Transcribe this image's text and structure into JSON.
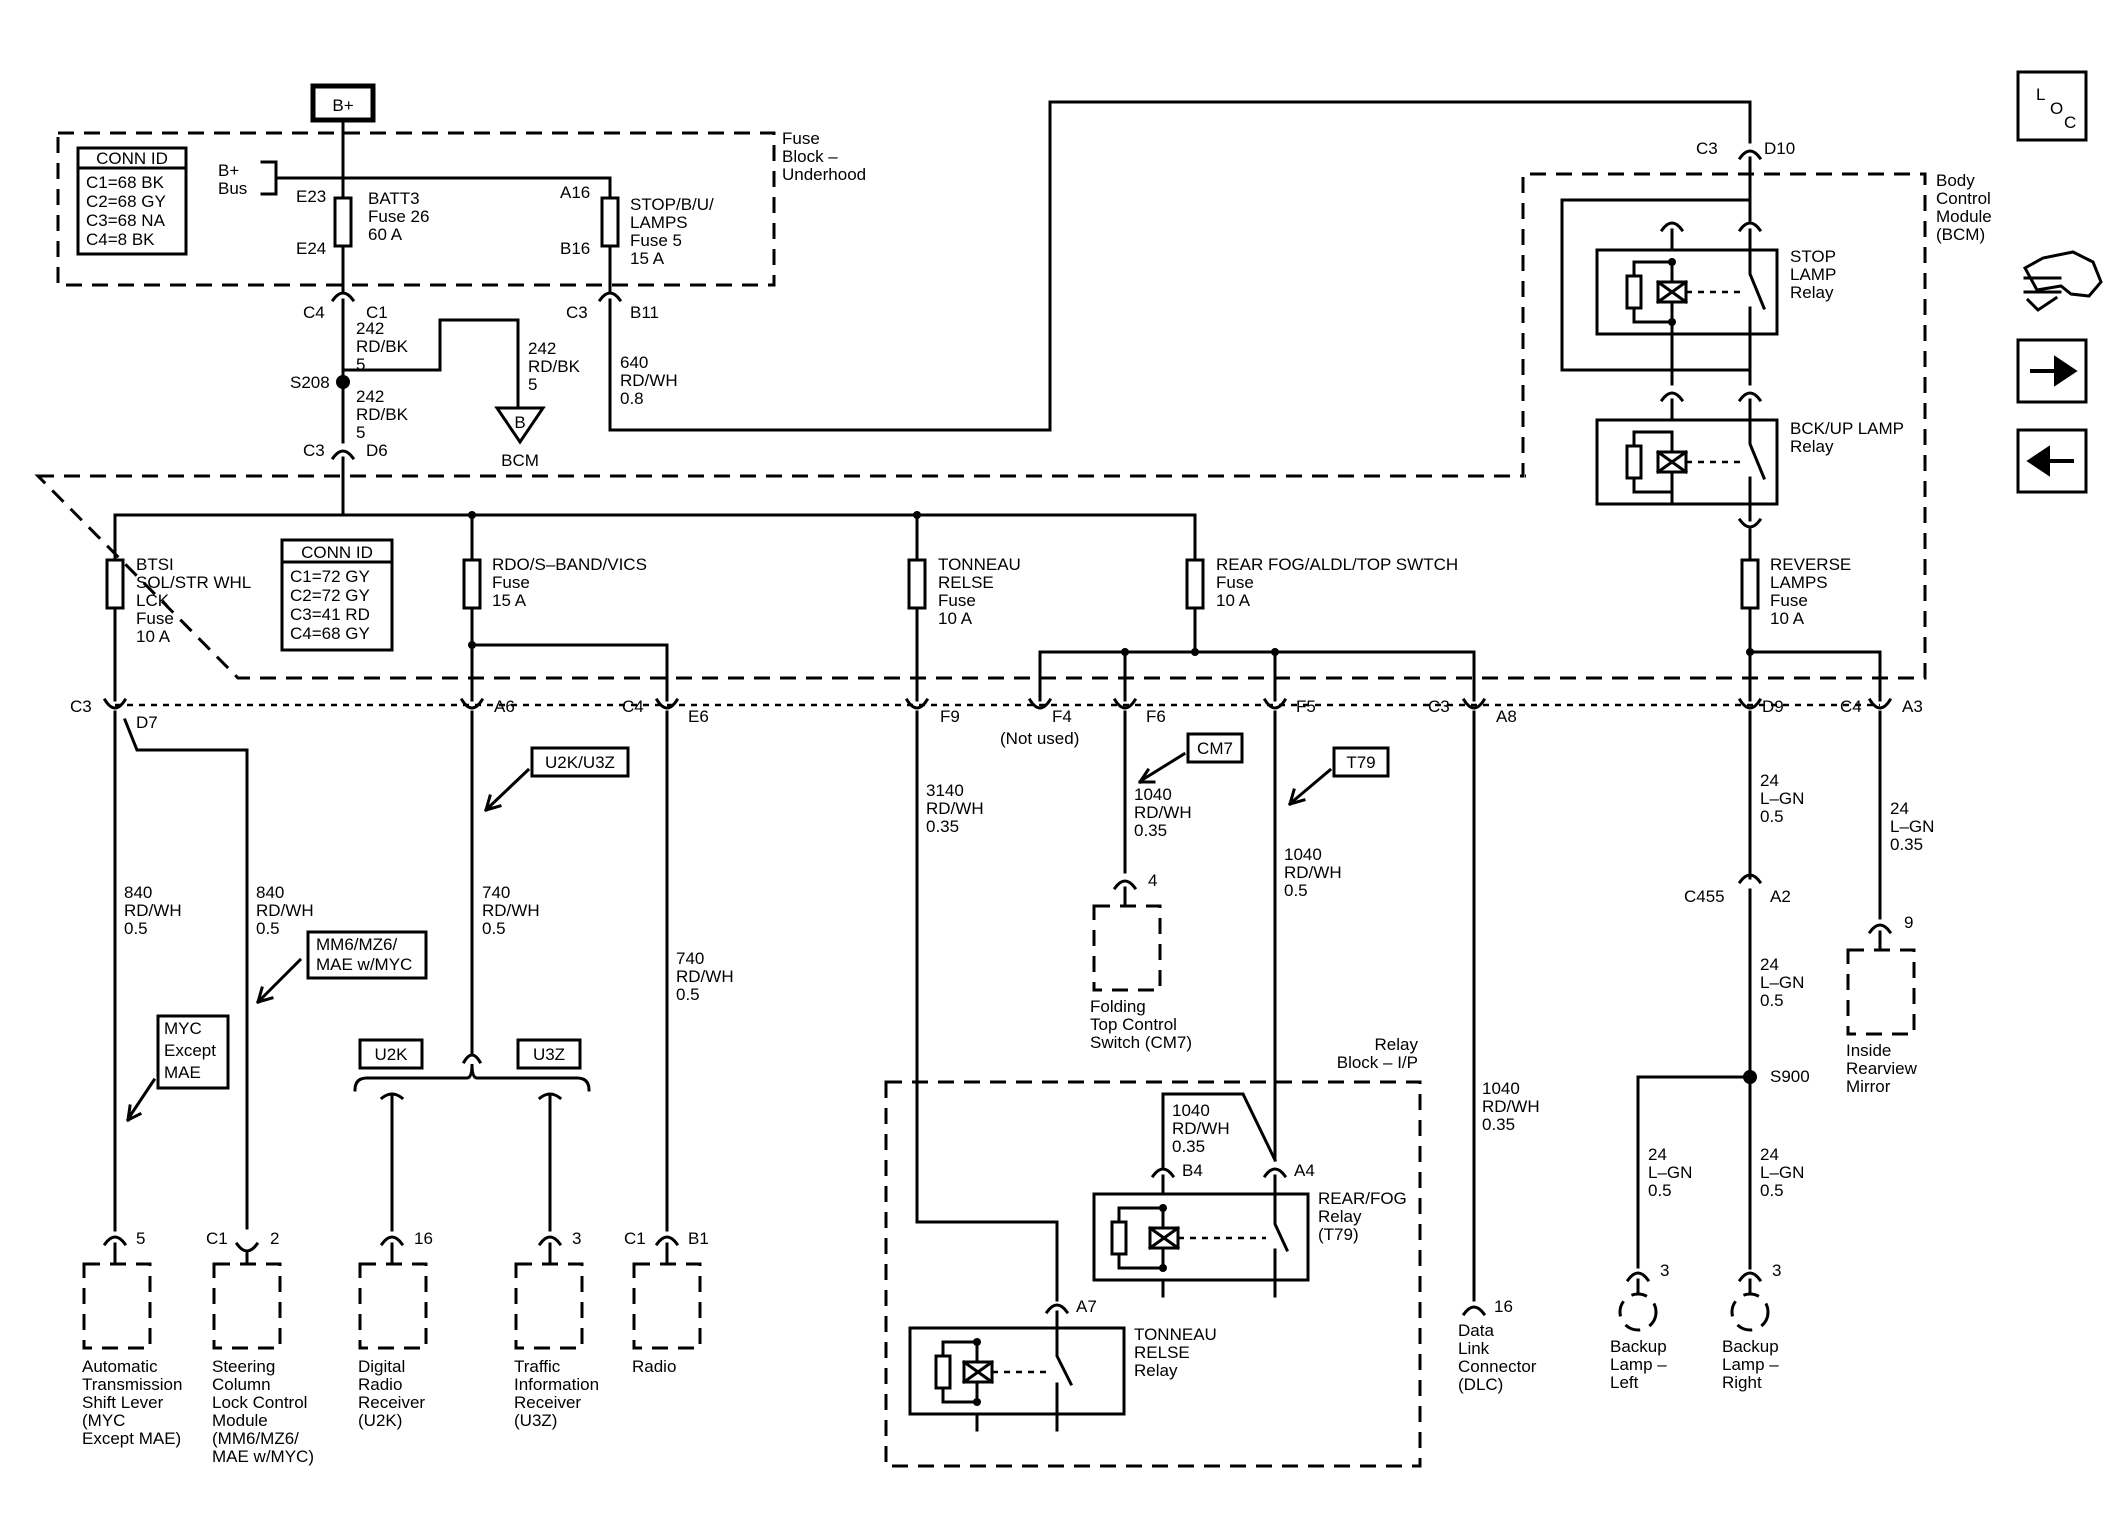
{
  "header": {
    "bplus": "B+",
    "loc_top": "L",
    "loc_o": "O",
    "loc_c": "C"
  },
  "fuse_block": {
    "title": [
      "Fuse",
      "Block –",
      "Underhood"
    ],
    "conn_title": "CONN ID",
    "conn": [
      "C1=68 BK",
      "C2=68 GY",
      "C3=68 NA",
      "C4=8 BK"
    ],
    "bus": [
      "B+",
      "Bus"
    ],
    "e23": "E23",
    "e24": "E24",
    "a16": "A16",
    "b16": "B16",
    "batt3": [
      "BATT3",
      "Fuse 26",
      "60 A"
    ],
    "stop": [
      "STOP/B/U/",
      "LAMPS",
      "Fuse 5",
      "15 A"
    ]
  },
  "upper": {
    "c4": "C4",
    "c1": "C1",
    "c3a": "C3",
    "b11": "B11",
    "w242a": [
      "242",
      "RD/BK",
      "5"
    ],
    "w242b": [
      "242",
      "RD/BK",
      "5"
    ],
    "w242c": [
      "242",
      "RD/BK",
      "5"
    ],
    "s208": "S208",
    "bcm_b": "B",
    "bcm_lbl": "BCM",
    "w640": [
      "640",
      "RD/WH",
      "0.8"
    ],
    "c3d6": "C3",
    "d6": "D6",
    "c3d10": "C3",
    "d10": "D10"
  },
  "bcm": {
    "title": [
      "Body",
      "Control",
      "Module",
      "(BCM)"
    ],
    "stop_relay": [
      "STOP",
      "LAMP",
      "Relay"
    ],
    "bckup_relay": [
      "BCK/UP LAMP",
      "Relay"
    ]
  },
  "ip_fuses": {
    "conn_title": "CONN ID",
    "conn": [
      "C1=72 GY",
      "C2=72 GY",
      "C3=41 RD",
      "C4=68 GY"
    ],
    "btsi": [
      "BTSI",
      "SOL/STR WHL",
      "LCK",
      "Fuse",
      "10 A"
    ],
    "rdo": [
      "RDO/S–BAND/VICS",
      "Fuse",
      "15 A"
    ],
    "tonneau": [
      "TONNEAU",
      "RELSE",
      "Fuse",
      "10 A"
    ],
    "rearfog": [
      "REAR FOG/ALDL/TOP SWTCH",
      "Fuse",
      "10 A"
    ],
    "reverse": [
      "REVERSE",
      "LAMPS",
      "Fuse",
      "10 A"
    ]
  },
  "pins": {
    "c3": "C3",
    "d7": "D7",
    "a6": "A6",
    "c4": "C4",
    "e6": "E6",
    "f9": "F9",
    "f4": "F4",
    "notused": "(Not used)",
    "f6": "F6",
    "f5": "F5",
    "c3b": "C3",
    "a8": "A8",
    "d9": "D9",
    "c4b": "C4",
    "a3": "A3"
  },
  "wires": {
    "w840a": [
      "840",
      "RD/WH",
      "0.5"
    ],
    "w840b": [
      "840",
      "RD/WH",
      "0.5"
    ],
    "w740a": [
      "740",
      "RD/WH",
      "0.5"
    ],
    "w740b": [
      "740",
      "RD/WH",
      "0.5"
    ],
    "w3140": [
      "3140",
      "RD/WH",
      "0.35"
    ],
    "w1040a": [
      "1040",
      "RD/WH",
      "0.35"
    ],
    "w1040b": [
      "1040",
      "RD/WH",
      "0.5"
    ],
    "w1040c": [
      "1040",
      "RD/WH",
      "0.35"
    ],
    "w1040d": [
      "1040",
      "RD/WH",
      "0.35"
    ],
    "w24a": [
      "24",
      "L–GN",
      "0.5"
    ],
    "w24b": [
      "24",
      "L–GN",
      "0.35"
    ],
    "w24c": [
      "24",
      "L–GN",
      "0.5"
    ],
    "w24d": [
      "24",
      "L–GN",
      "0.5"
    ],
    "w24e": [
      "24",
      "L–GN",
      "0.5"
    ],
    "c455": "C455",
    "a2": "A2",
    "s900": "S900"
  },
  "options": {
    "u2k_u3z": "U2K/U3Z",
    "cm7": "CM7",
    "t79": "T79",
    "mm6": [
      "MM6/MZ6/",
      "MAE w/MYC"
    ],
    "myc": [
      "MYC",
      "Except",
      "MAE"
    ],
    "u2k": "U2K",
    "u3z": "U3Z"
  },
  "relay_block": {
    "title": [
      "Relay",
      "Block – I/P"
    ],
    "b4": "B4",
    "a4": "A4",
    "a7": "A7",
    "rearfog": [
      "REAR/FOG",
      "Relay",
      "(T79)"
    ],
    "tonneau": [
      "TONNEAU",
      "RELSE",
      "Relay"
    ]
  },
  "components": {
    "ats": {
      "pin": "5",
      "name": [
        "Automatic",
        "Transmission",
        "Shift Lever",
        "(MYC",
        "Except MAE)"
      ]
    },
    "sclc": {
      "conn": "C1",
      "pin": "2",
      "name": [
        "Steering",
        "Column",
        "Lock Control",
        "Module",
        "(MM6/MZ6/",
        "MAE w/MYC)"
      ]
    },
    "drr": {
      "pin": "16",
      "name": [
        "Digital",
        "Radio",
        "Receiver",
        "(U2K)"
      ]
    },
    "tir": {
      "pin": "3",
      "name": [
        "Traffic",
        "Information",
        "Receiver",
        "(U3Z)"
      ]
    },
    "radio": {
      "conn": "C1",
      "pin": "B1",
      "name": [
        "Radio"
      ]
    },
    "fold": {
      "pin": "4",
      "name": [
        "Folding",
        "Top Control",
        "Switch (CM7)"
      ]
    },
    "dlc": {
      "pin": "16",
      "name": [
        "Data",
        "Link",
        "Connector",
        "(DLC)"
      ]
    },
    "blleft": {
      "pin": "3",
      "name": [
        "Backup",
        "Lamp –",
        "Left"
      ]
    },
    "blright": {
      "pin": "3",
      "name": [
        "Backup",
        "Lamp –",
        "Right"
      ]
    },
    "mirror": {
      "pin": "9",
      "name": [
        "Inside",
        "Rearview",
        "Mirror"
      ]
    }
  },
  "nav": {
    "connector_icon": "connector-icon",
    "next_icon": "arrow-right-icon",
    "prev_icon": "arrow-left-icon"
  }
}
